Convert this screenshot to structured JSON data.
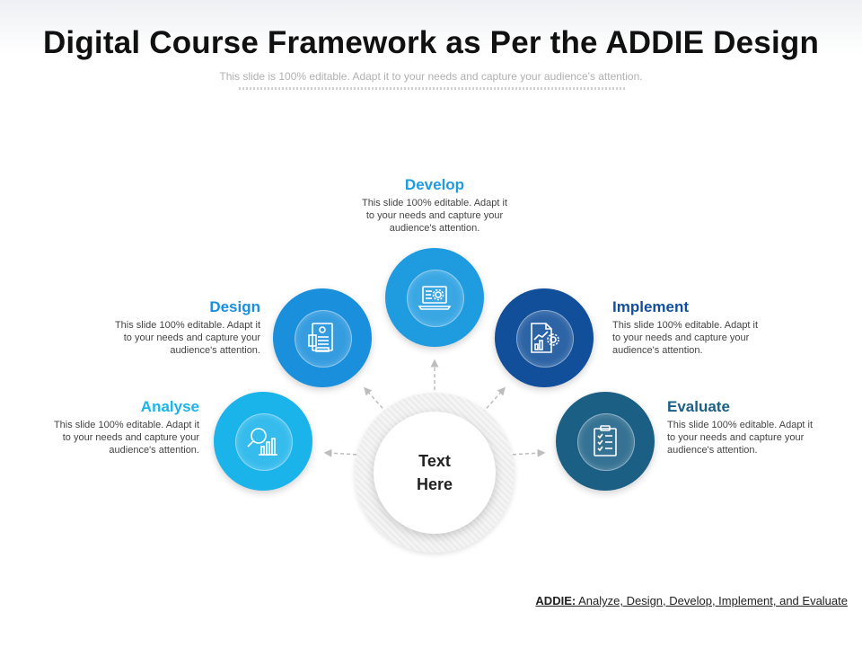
{
  "title": "Digital Course Framework as Per the ADDIE Design",
  "subtitle": "This slide is 100% editable. Adapt it to your needs and capture your audience's attention.",
  "hub": {
    "line1": "Text",
    "line2": "Here"
  },
  "stages": {
    "analyse": {
      "heading": "Analyse",
      "desc1": "This slide 100% editable. Adapt it",
      "desc2": "to your needs and capture your",
      "desc3": "audience's attention.",
      "color": "#1ab3ea",
      "icon": "magnifier-chart-icon"
    },
    "design": {
      "heading": "Design",
      "desc1": "This slide 100% editable. Adapt it",
      "desc2": "to your needs and capture your",
      "desc3": "audience's attention.",
      "color": "#1a8fdb",
      "icon": "document-layout-icon"
    },
    "develop": {
      "heading": "Develop",
      "desc1": "This slide 100% editable. Adapt it",
      "desc2": "to your needs and capture your",
      "desc3": "audience's attention.",
      "color": "#1f9be0",
      "icon": "laptop-gear-icon"
    },
    "implement": {
      "heading": "Implement",
      "desc1": "This slide 100% editable. Adapt it",
      "desc2": "to your needs and capture your",
      "desc3": "audience's attention.",
      "color": "#114f9a",
      "icon": "report-gear-icon"
    },
    "evaluate": {
      "heading": "Evaluate",
      "desc1": "This slide 100% editable. Adapt it",
      "desc2": "to your needs and capture your",
      "desc3": "audience's attention.",
      "color": "#1b5f85",
      "icon": "clipboard-checklist-icon"
    }
  },
  "footer": {
    "label": "ADDIE:",
    "text": " Analyze, Design, Develop, Implement, and Evaluate"
  }
}
